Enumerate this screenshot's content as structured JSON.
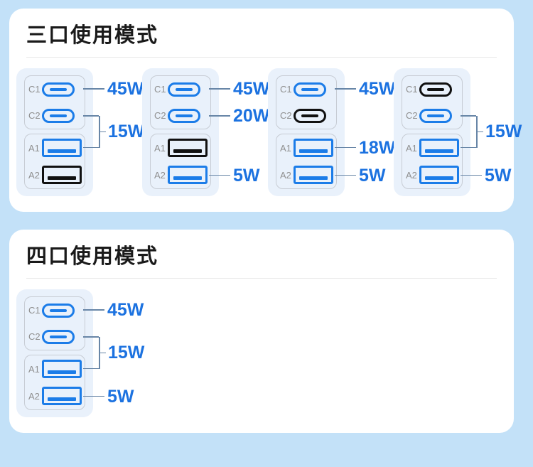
{
  "colors": {
    "page_bg": "#c3e1f8",
    "card_bg": "#ffffff",
    "panel_bg": "#e9f1fb",
    "port_active": "#1b7ce8",
    "port_inactive": "#111111",
    "watt_text": "#1c72e0",
    "connector_line": "#6886a7",
    "port_label": "#8f8f8f",
    "title_text": "#1a1a1a"
  },
  "sections": [
    {
      "title": "三口使用模式",
      "diagrams": [
        {
          "ports": [
            {
              "id": "C1",
              "type": "c",
              "active": true
            },
            {
              "id": "C2",
              "type": "c",
              "active": true
            },
            {
              "id": "A1",
              "type": "a",
              "active": true
            },
            {
              "id": "A2",
              "type": "a",
              "active": false
            }
          ],
          "annotations": [
            {
              "watt": "45W",
              "kind": "direct",
              "row": 0
            },
            {
              "watt": "15W",
              "kind": "bracket",
              "rows": [
                1,
                2
              ]
            }
          ]
        },
        {
          "ports": [
            {
              "id": "C1",
              "type": "c",
              "active": true
            },
            {
              "id": "C2",
              "type": "c",
              "active": true
            },
            {
              "id": "A1",
              "type": "a",
              "active": false
            },
            {
              "id": "A2",
              "type": "a",
              "active": true
            }
          ],
          "annotations": [
            {
              "watt": "45W",
              "kind": "direct",
              "row": 0
            },
            {
              "watt": "20W",
              "kind": "direct",
              "row": 1
            },
            {
              "watt": "5W",
              "kind": "direct",
              "row": 3
            }
          ]
        },
        {
          "ports": [
            {
              "id": "C1",
              "type": "c",
              "active": true
            },
            {
              "id": "C2",
              "type": "c",
              "active": false
            },
            {
              "id": "A1",
              "type": "a",
              "active": true
            },
            {
              "id": "A2",
              "type": "a",
              "active": true
            }
          ],
          "annotations": [
            {
              "watt": "45W",
              "kind": "direct",
              "row": 0
            },
            {
              "watt": "18W",
              "kind": "direct",
              "row": 2
            },
            {
              "watt": "5W",
              "kind": "direct",
              "row": 3
            }
          ]
        },
        {
          "ports": [
            {
              "id": "C1",
              "type": "c",
              "active": false
            },
            {
              "id": "C2",
              "type": "c",
              "active": true
            },
            {
              "id": "A1",
              "type": "a",
              "active": true
            },
            {
              "id": "A2",
              "type": "a",
              "active": true
            }
          ],
          "annotations": [
            {
              "watt": "15W",
              "kind": "bracket",
              "rows": [
                1,
                2
              ]
            },
            {
              "watt": "5W",
              "kind": "direct",
              "row": 3
            }
          ]
        }
      ]
    },
    {
      "title": "四口使用模式",
      "diagrams": [
        {
          "ports": [
            {
              "id": "C1",
              "type": "c",
              "active": true
            },
            {
              "id": "C2",
              "type": "c",
              "active": true
            },
            {
              "id": "A1",
              "type": "a",
              "active": true
            },
            {
              "id": "A2",
              "type": "a",
              "active": true
            }
          ],
          "annotations": [
            {
              "watt": "45W",
              "kind": "direct",
              "row": 0
            },
            {
              "watt": "15W",
              "kind": "bracket",
              "rows": [
                1,
                2
              ]
            },
            {
              "watt": "5W",
              "kind": "direct",
              "row": 3
            }
          ]
        }
      ]
    }
  ]
}
